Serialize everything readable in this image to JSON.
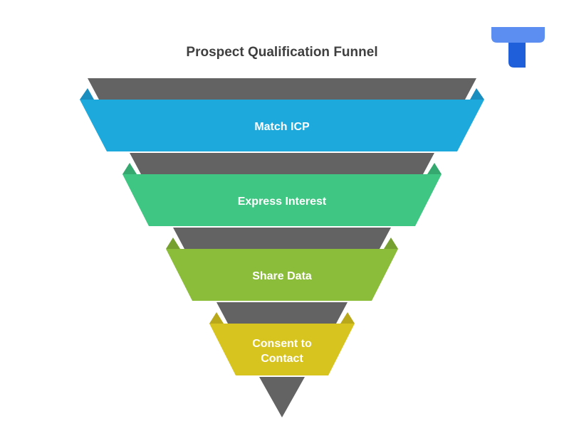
{
  "diagram": {
    "title": "Prospect Qualification Funnel",
    "logo": {
      "icon": "t-letter-logo-icon",
      "color_light": "#5b8ef0",
      "color_dark": "#1f5fd9"
    },
    "shadow_color": "#636363",
    "stages": [
      {
        "lines": [
          "Match ICP"
        ],
        "color": "#1ea9dc",
        "fold_color": "#1a8fbf"
      },
      {
        "lines": [
          "Express Interest"
        ],
        "color": "#3ec682",
        "fold_color": "#34a86e"
      },
      {
        "lines": [
          "Share Data"
        ],
        "color": "#8bbc3a",
        "fold_color": "#76a02f"
      },
      {
        "lines": [
          "Consent to",
          "Contact"
        ],
        "color": "#d8c41e",
        "fold_color": "#b9a819"
      }
    ]
  }
}
